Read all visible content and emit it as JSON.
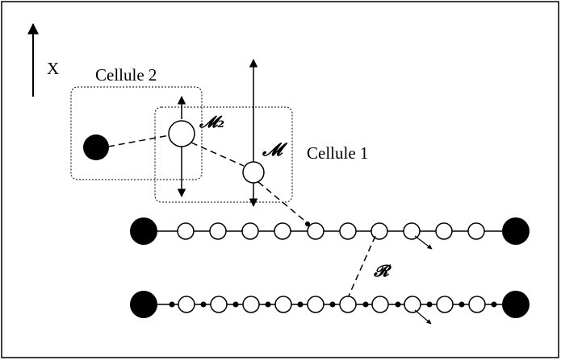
{
  "labels": {
    "axis": "X",
    "cell1": "Cellule 1",
    "cell2": "Cellule 2",
    "m2": "𝓜₂",
    "m": "𝓜",
    "r": "𝓡"
  }
}
